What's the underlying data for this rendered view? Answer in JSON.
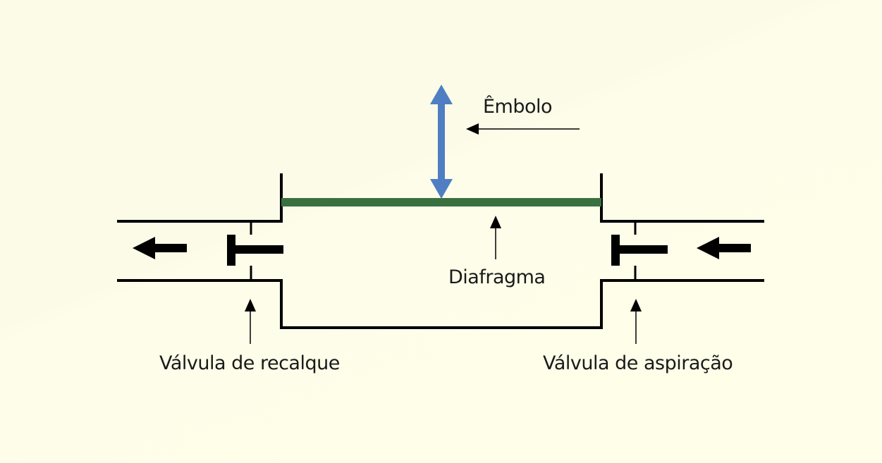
{
  "labels": {
    "embolo": "Êmbolo",
    "diafragma": "Diafragma",
    "valvula_recalque": "Válvula de recalque",
    "valvula_aspiracao": "Válvula de aspiração"
  },
  "colors": {
    "diaphragm": "#3a7040",
    "piston_arrow": "#4f7fc2",
    "lines": "#000000"
  }
}
